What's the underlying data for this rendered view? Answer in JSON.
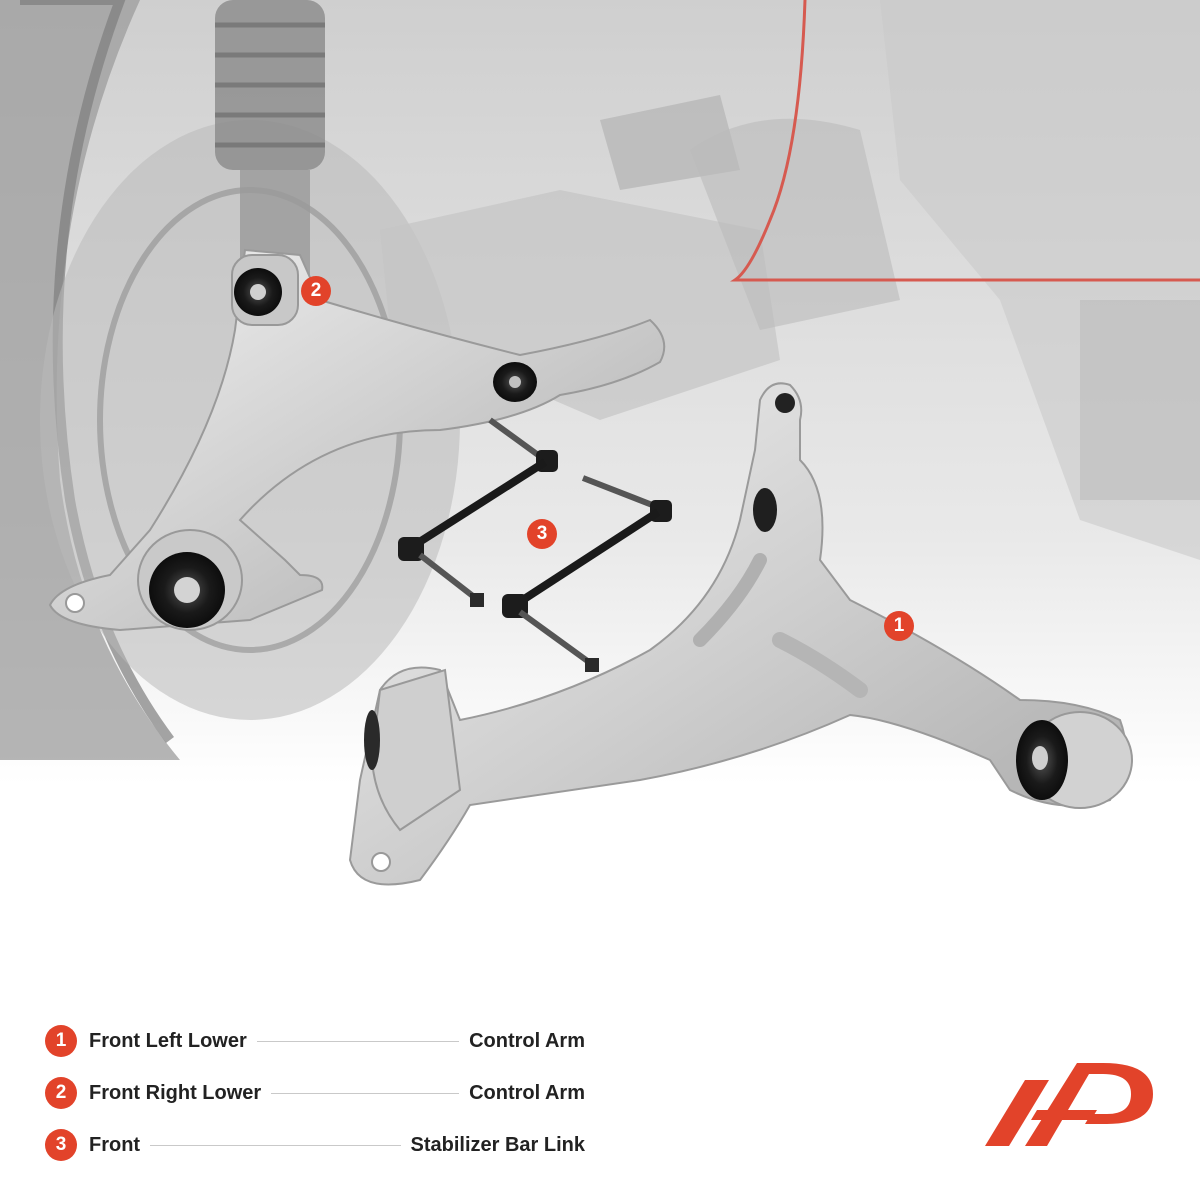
{
  "colors": {
    "accent": "#e2432a",
    "metal": "#d9d9d9",
    "bushing": "#1b1b1b"
  },
  "callouts": [
    "1",
    "2",
    "3"
  ],
  "legend": [
    {
      "num": "1",
      "left": "Front Left Lower",
      "right": "Control Arm"
    },
    {
      "num": "2",
      "left": "Front Right Lower",
      "right": "Control Arm"
    },
    {
      "num": "3",
      "left": "Front",
      "right": "Stabilizer Bar Link"
    }
  ]
}
